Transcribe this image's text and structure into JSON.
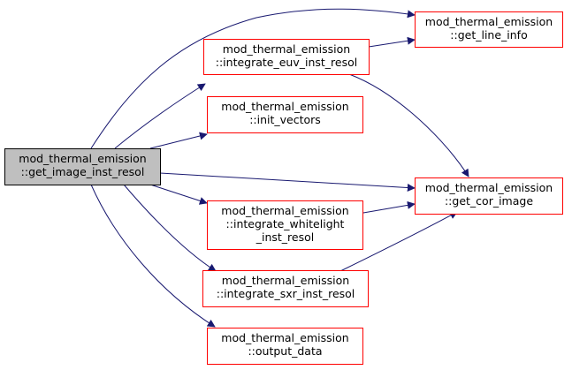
{
  "colors": {
    "root_fill": "#bfbfbf",
    "root_border": "#000000",
    "node_border": "#ff0000",
    "node_fill": "#ffffff",
    "edge": "#191970"
  },
  "nodes": {
    "root": {
      "line1": "mod_thermal_emission",
      "line2": "::get_image_inst_resol"
    },
    "integrate_euv": {
      "line1": "mod_thermal_emission",
      "line2": "::integrate_euv_inst_resol"
    },
    "get_line_info": {
      "line1": "mod_thermal_emission",
      "line2": "::get_line_info"
    },
    "init_vectors": {
      "line1": "mod_thermal_emission",
      "line2": "::init_vectors"
    },
    "get_cor_image": {
      "line1": "mod_thermal_emission",
      "line2": "::get_cor_image"
    },
    "integrate_whitelight": {
      "line1": "mod_thermal_emission",
      "line2": "::integrate_whitelight",
      "line3": "_inst_resol"
    },
    "integrate_sxr": {
      "line1": "mod_thermal_emission",
      "line2": "::integrate_sxr_inst_resol"
    },
    "output_data": {
      "line1": "mod_thermal_emission",
      "line2": "::output_data"
    }
  }
}
